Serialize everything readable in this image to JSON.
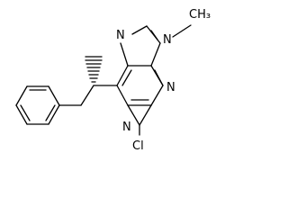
{
  "molecule": {
    "atom_labels": {
      "n7": "N",
      "n9": "N",
      "n9_methyl": "CH₃",
      "n3": "N",
      "n1": "N",
      "cl": "Cl"
    },
    "stereo": "wedge-hashed"
  }
}
